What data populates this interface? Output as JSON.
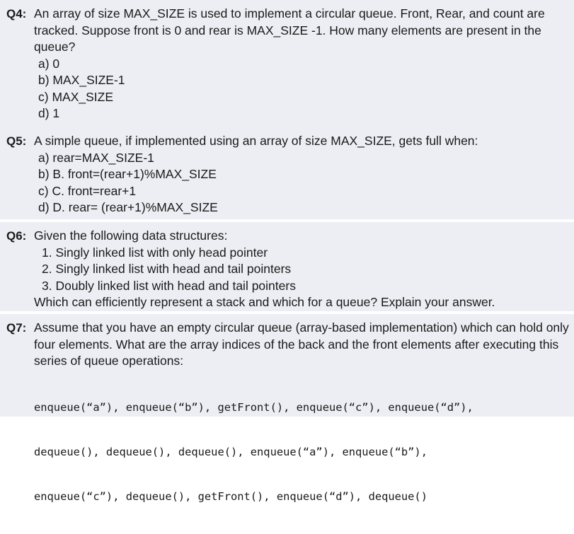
{
  "questions": [
    {
      "label": "Q4:",
      "text": "An array of size MAX_SIZE is used to implement a circular queue. Front, Rear, and count are tracked. Suppose front is 0 and rear is MAX_SIZE -1. How many elements are present in the queue?",
      "options": [
        "a) 0",
        "b) MAX_SIZE-1",
        "c) MAX_SIZE",
        "d) 1"
      ]
    },
    {
      "label": "Q5:",
      "text": "A simple queue, if implemented using an array of size MAX_SIZE, gets full when:",
      "options": [
        "a) rear=MAX_SIZE-1",
        "b) B. front=(rear+1)%MAX_SIZE",
        "c) C. front=rear+1",
        "d) D. rear= (rear+1)%MAX_SIZE"
      ]
    },
    {
      "label": "Q6:",
      "text": "Given the following data structures:",
      "items": [
        "1. Singly linked list with only head pointer",
        "2. Singly linked list with head and tail pointers",
        "3. Doubly linked list with head and tail pointers"
      ],
      "followup": "Which can efficiently represent a stack and which for a queue? Explain your answer."
    },
    {
      "label": "Q7:",
      "text": "Assume that you have an empty circular queue (array-based implementation) which can hold only four elements. What are the array indices of the back and the front elements after executing this series of queue operations:",
      "code": [
        "enqueue(“a”), enqueue(“b”), getFront(), enqueue(“c”), enqueue(“d”),",
        "dequeue(), dequeue(), dequeue(), enqueue(“a”), enqueue(“b”),",
        "enqueue(“c”), dequeue(), getFront(), enqueue(“d”), dequeue()"
      ]
    }
  ]
}
